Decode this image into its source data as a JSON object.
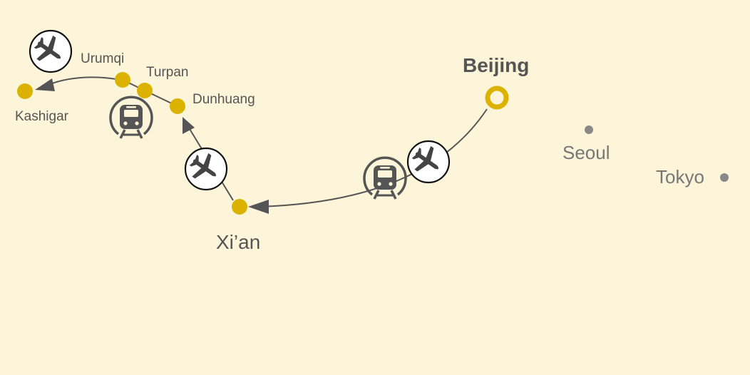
{
  "map": {
    "route_color": "#555555",
    "stop_color": "#dcb200",
    "other_city_color": "#888888",
    "background": "#fdf5d9"
  },
  "cities": {
    "beijing": "Beijing",
    "xian": "Xi’an",
    "dunhuang": "Dunhuang",
    "turpan": "Turpan",
    "urumqi": "Urumqi",
    "kashigar": "Kashigar",
    "seoul": "Seoul",
    "tokyo": "Tokyo"
  },
  "route": [
    {
      "from": "Beijing",
      "to": "Xi’an",
      "modes": [
        "plane-icon",
        "train-icon"
      ]
    },
    {
      "from": "Xi’an",
      "to": "Dunhuang",
      "modes": [
        "plane-icon"
      ]
    },
    {
      "from": "Dunhuang",
      "to": "Urumqi",
      "modes": [
        "train-icon"
      ]
    },
    {
      "from": "Urumqi",
      "to": "Kashigar",
      "modes": [
        "plane-icon"
      ]
    }
  ]
}
